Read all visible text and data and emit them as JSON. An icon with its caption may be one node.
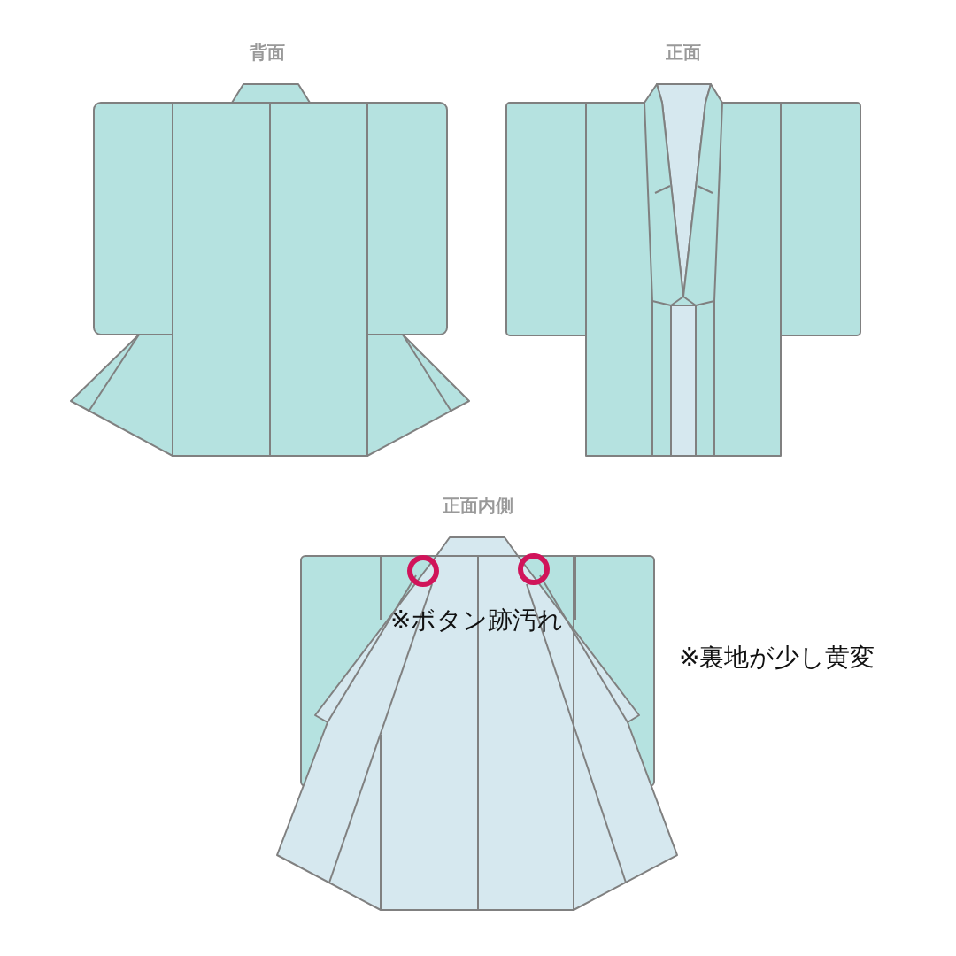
{
  "diagram": {
    "labels": [
      "背面",
      "正面",
      "正面内側",
      "※ボタン跡汚れ",
      "※裏地が少し黄変"
    ]
  }
}
